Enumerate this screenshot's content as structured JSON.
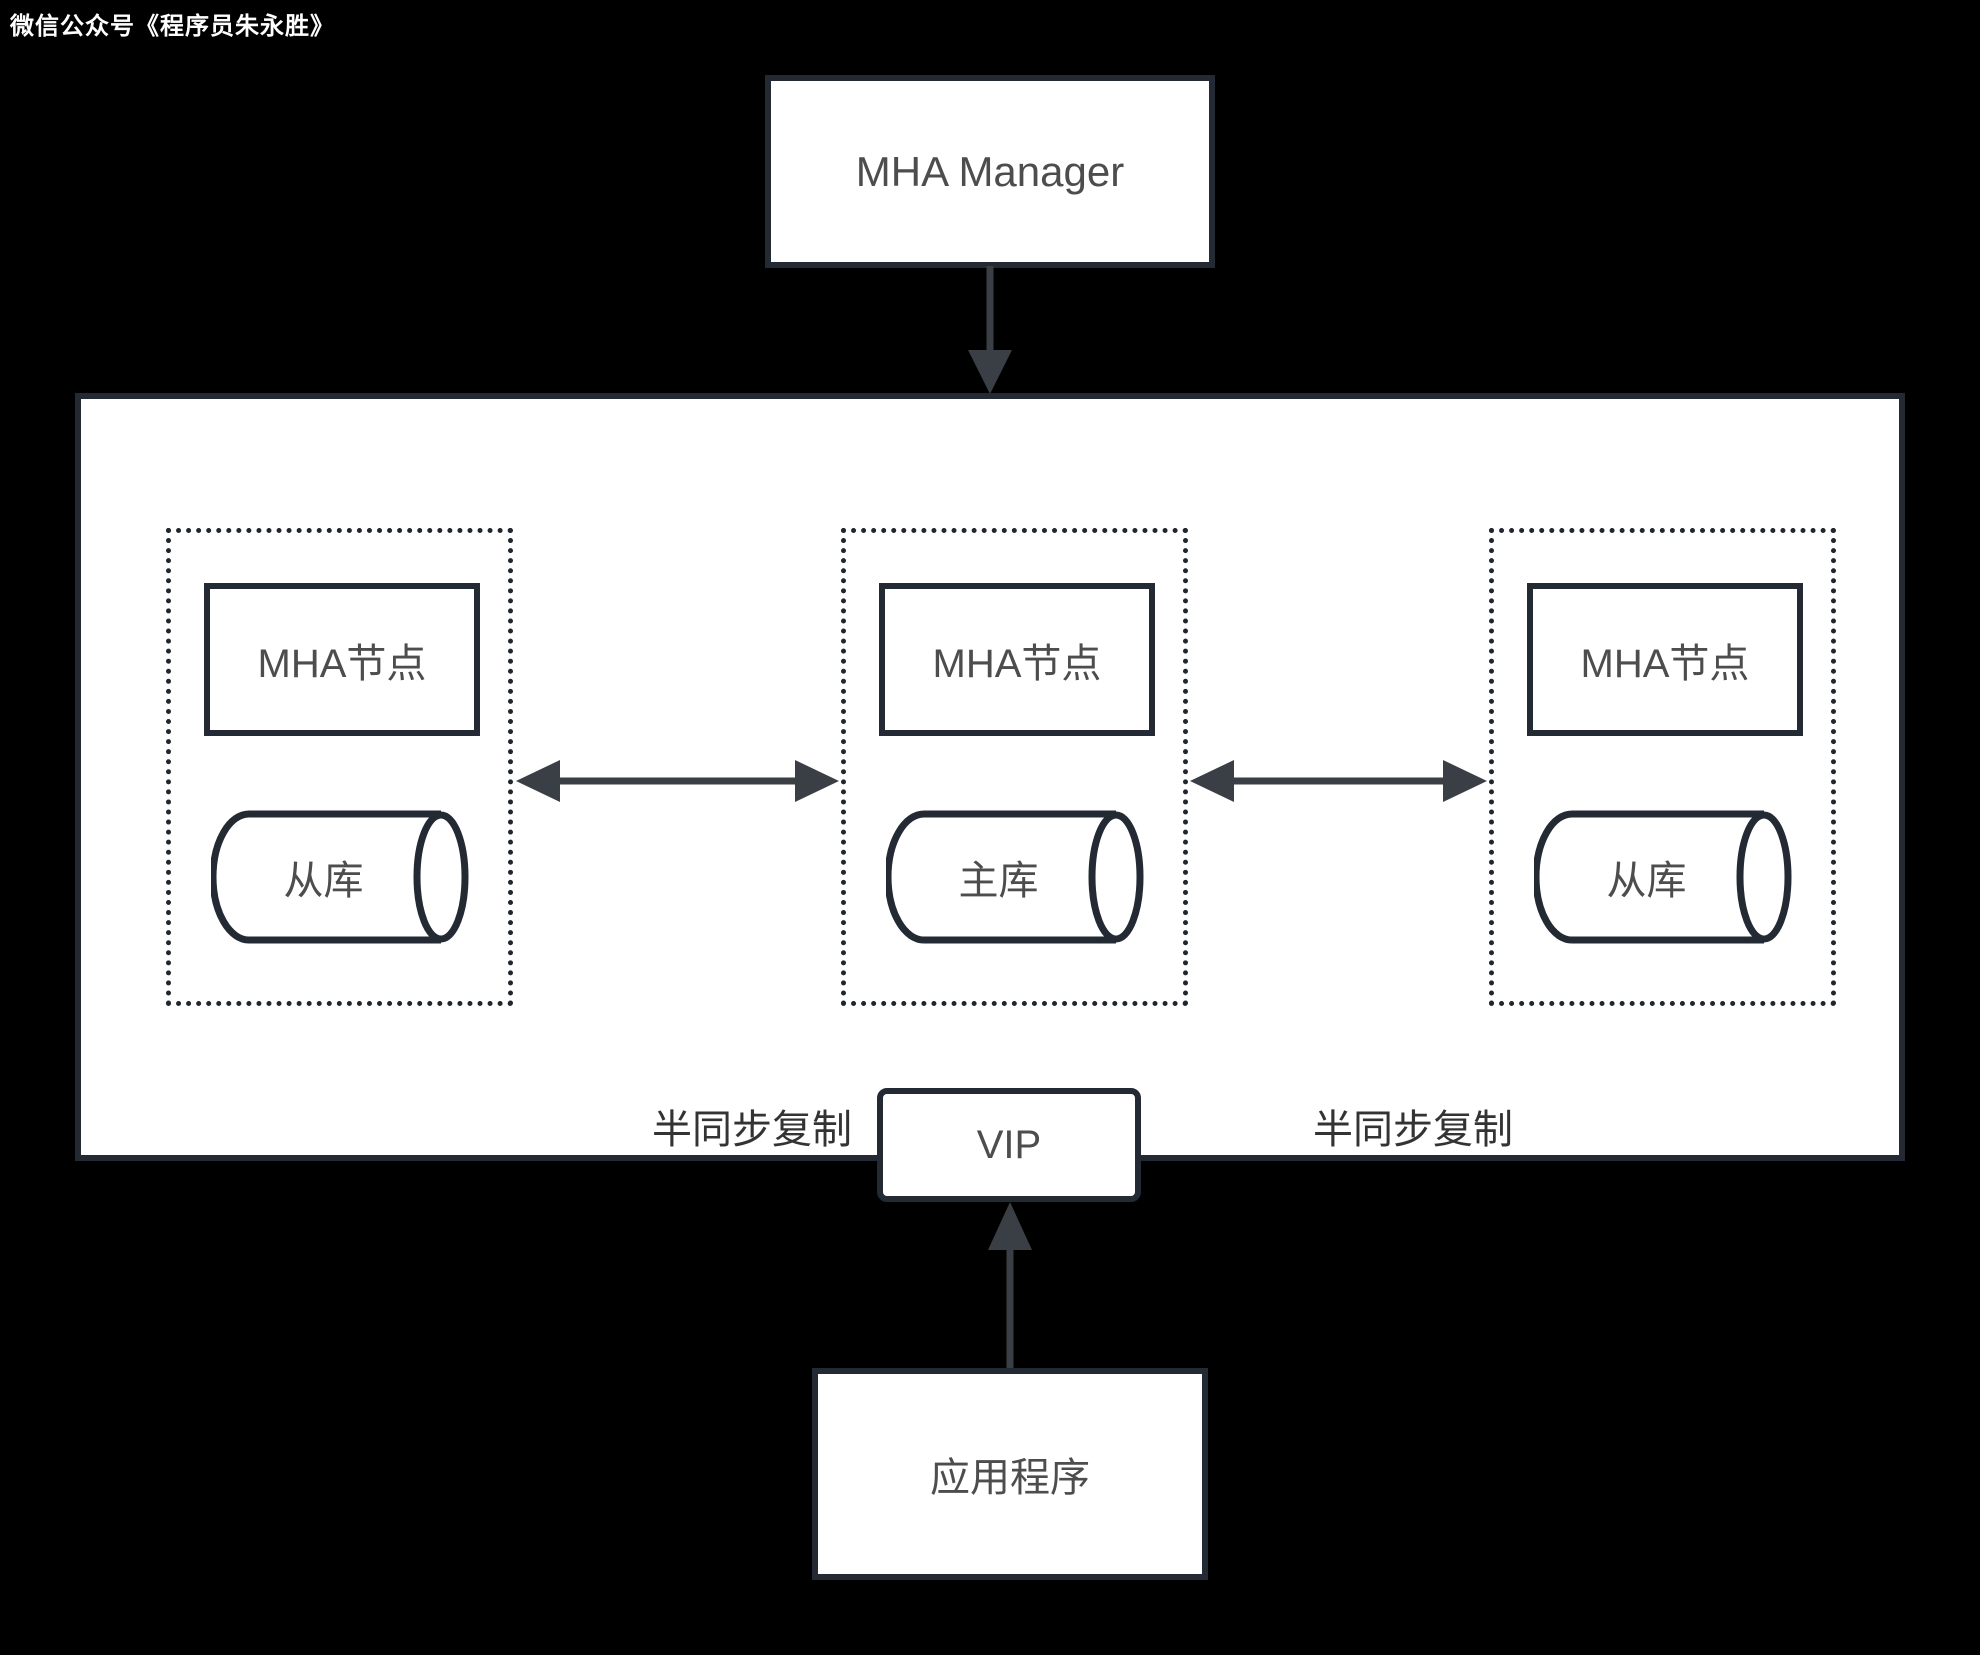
{
  "watermark": "微信公众号《程序员朱永胜》",
  "manager": {
    "label": "MHA Manager"
  },
  "cluster": {
    "nodes": [
      {
        "node_label": "MHA节点",
        "db_label": "从库"
      },
      {
        "node_label": "MHA节点",
        "db_label": "主库"
      },
      {
        "node_label": "MHA节点",
        "db_label": "从库"
      }
    ],
    "replication": {
      "left_label": "半同步复制",
      "right_label": "半同步复制"
    }
  },
  "vip": {
    "label": "VIP"
  },
  "application": {
    "label": "应用程序"
  },
  "colors": {
    "background": "#000000",
    "box_fill": "#ffffff",
    "border": "#232a33",
    "box_text": "#4d4d4d",
    "arrow": "#3a3e45",
    "watermark_text": "#ffffff"
  }
}
